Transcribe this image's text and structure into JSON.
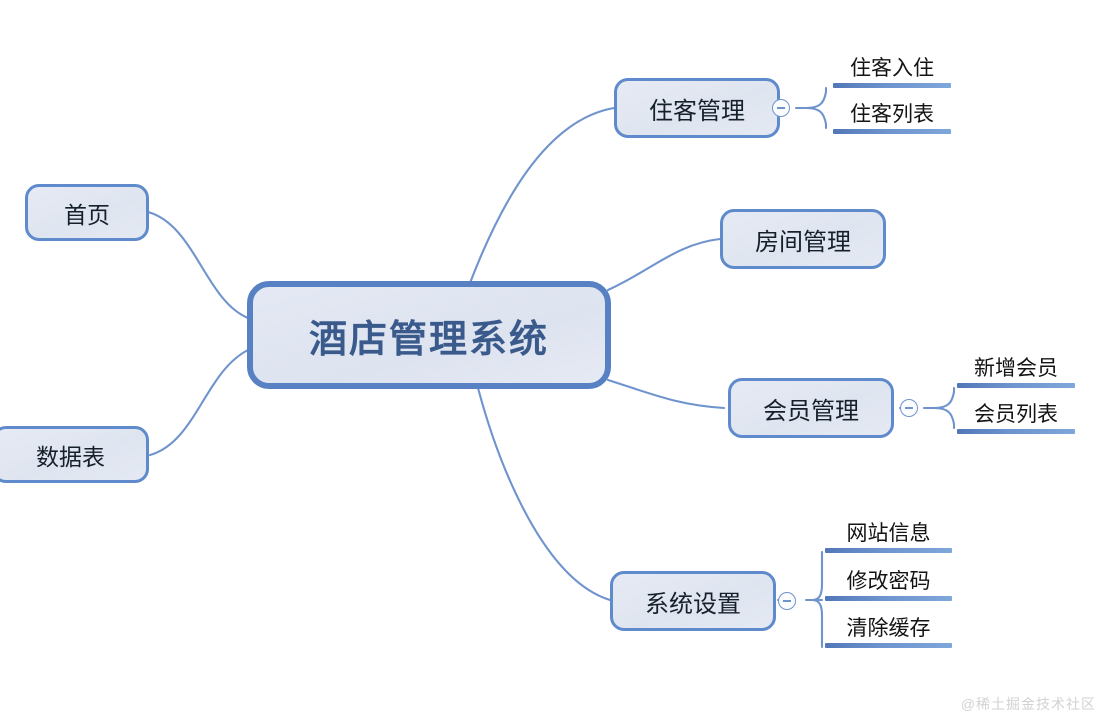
{
  "diagram": {
    "type": "mindmap",
    "title": "酒店管理系统",
    "watermark": "@稀土掘金技术社区",
    "colors": {
      "node_border": "#5f8acb",
      "root_border": "#5881c4",
      "node_fill": "#e3e8f2",
      "root_text": "#3a5a8c",
      "leaf_text": "#141414",
      "leaf_bar": "#5f87c6",
      "connector": "#6f93cd",
      "background": "#ffffff",
      "watermark": "#d2d2d2"
    },
    "root": {
      "label": "酒店管理系统"
    },
    "left_branches": [
      {
        "label": "首页"
      },
      {
        "label": "数据表"
      }
    ],
    "right_branches": [
      {
        "label": "住客管理",
        "collapsed": false,
        "toggle_icon": "minus-circle-icon",
        "children": [
          {
            "label": "住客入住"
          },
          {
            "label": "住客列表"
          }
        ]
      },
      {
        "label": "房间管理",
        "children": []
      },
      {
        "label": "会员管理",
        "collapsed": false,
        "toggle_icon": "minus-circle-icon",
        "children": [
          {
            "label": "新增会员"
          },
          {
            "label": "会员列表"
          }
        ]
      },
      {
        "label": "系统设置",
        "collapsed": false,
        "toggle_icon": "minus-circle-icon",
        "children": [
          {
            "label": "网站信息"
          },
          {
            "label": "修改密码"
          },
          {
            "label": "清除缓存"
          }
        ]
      }
    ]
  }
}
